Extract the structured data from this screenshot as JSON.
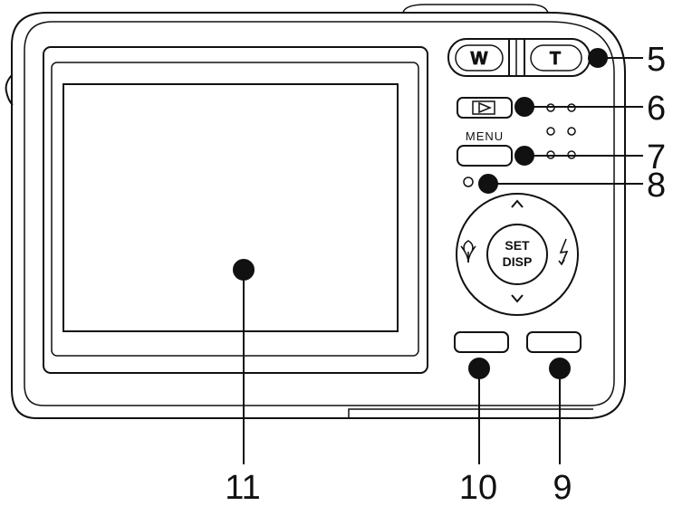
{
  "camera": {
    "zoom_wide_label": "W",
    "zoom_tele_label": "T",
    "menu_label": "MENU",
    "set_label": "SET",
    "disp_label": "DISP"
  },
  "callouts": [
    {
      "label": "5"
    },
    {
      "label": "6"
    },
    {
      "label": "7"
    },
    {
      "label": "8"
    },
    {
      "label": "9"
    },
    {
      "label": "10"
    },
    {
      "label": "11"
    }
  ],
  "colors": {
    "stroke": "#111111",
    "body_fill": "#ffffff",
    "dot": "#111111"
  }
}
